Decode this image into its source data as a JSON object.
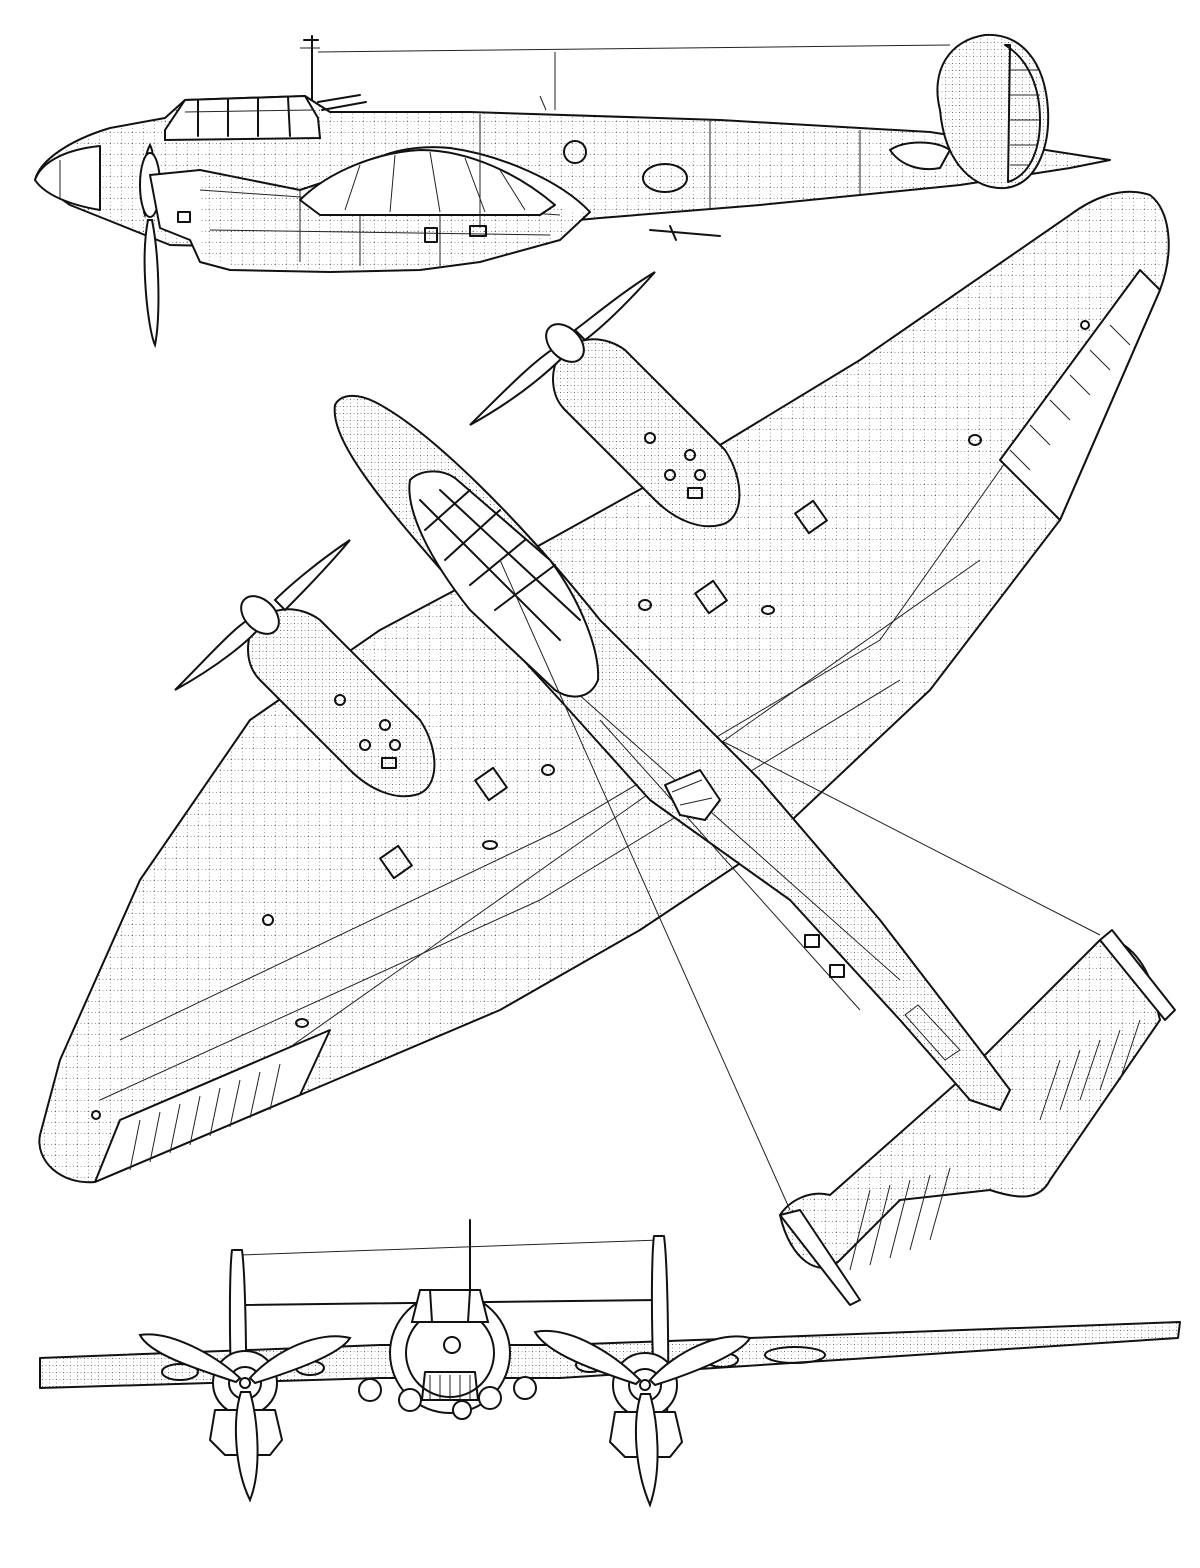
{
  "drawing": {
    "views": [
      "side",
      "top",
      "front"
    ],
    "colors": {
      "ink": "#111111",
      "paper": "#ffffff"
    }
  }
}
